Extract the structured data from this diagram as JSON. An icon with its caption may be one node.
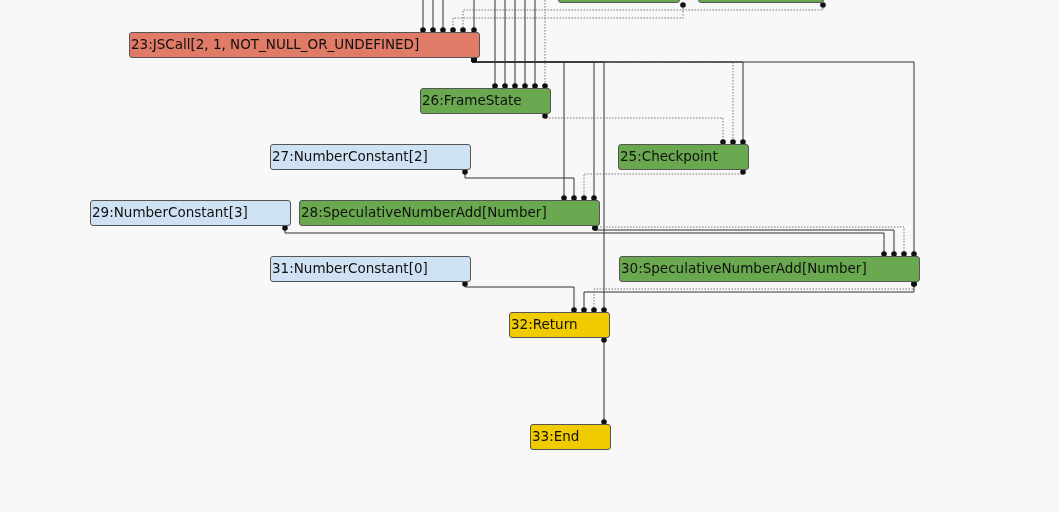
{
  "diagram": {
    "nodes": [
      {
        "text": [],
        "shape": "box"
      },
      {
        "text": [],
        "shape": "box"
      },
      {
        "text": [
          "23:JSCall[2, 1, NOT_NULL_OR_UNDEFINED]"
        ]
      },
      {
        "text": [
          "26:FrameState"
        ]
      },
      {
        "text": [
          "27:NumberConstant[2]"
        ]
      },
      {
        "text": [
          "25:Checkpoint"
        ]
      },
      {
        "text": [
          "29:NumberConstant[3]"
        ]
      },
      {
        "text": [
          "28:SpeculativeNumberAdd[Number]"
        ]
      },
      {
        "text": [
          "31:NumberConstant[0]"
        ]
      },
      {
        "text": [
          "30:SpeculativeNumberAdd[Number]"
        ]
      },
      {
        "text": [
          "32:Return"
        ]
      },
      {
        "text": [
          "33:End"
        ]
      }
    ],
    "edges": [
      {
        "from": null,
        "to": 2,
        "arrow": "other"
      },
      {
        "from": null,
        "to": 2,
        "arrow": "other"
      },
      {
        "from": null,
        "to": 2,
        "arrow": "other"
      },
      {
        "from": 0,
        "to": 2,
        "arrow": "other",
        "style": "dashed"
      },
      {
        "from": 1,
        "to": 2,
        "arrow": "other",
        "style": "dashed"
      },
      {
        "from": null,
        "to": 2,
        "arrow": "other"
      },
      {
        "from": null,
        "to": 3,
        "arrow": "other"
      },
      {
        "from": null,
        "to": 3,
        "arrow": "other"
      },
      {
        "from": null,
        "to": 3,
        "arrow": "other"
      },
      {
        "from": null,
        "to": 3,
        "arrow": "other"
      },
      {
        "from": null,
        "to": 3,
        "arrow": "other"
      },
      {
        "from": null,
        "to": 3,
        "arrow": "other",
        "style": "dashed"
      },
      {
        "from": 2,
        "to": 7,
        "arrow": "other"
      },
      {
        "from": 2,
        "to": 7,
        "arrow": "other"
      },
      {
        "from": 2,
        "to": 10,
        "arrow": "other"
      },
      {
        "from": 3,
        "to": 5,
        "arrow": "other",
        "style": "dashed"
      },
      {
        "from": 2,
        "to": 5,
        "arrow": "other",
        "style": "dashed"
      },
      {
        "from": 2,
        "to": 5,
        "arrow": "other"
      },
      {
        "from": 2,
        "to": 9,
        "arrow": "other"
      },
      {
        "from": 4,
        "to": 7,
        "arrow": "other"
      },
      {
        "from": 5,
        "to": 7,
        "arrow": "other",
        "style": "dashed"
      },
      {
        "from": 6,
        "to": 9,
        "arrow": "other"
      },
      {
        "from": 7,
        "to": 9,
        "arrow": "other"
      },
      {
        "from": 7,
        "to": 9,
        "arrow": "other",
        "style": "dashed"
      },
      {
        "from": 8,
        "to": 10,
        "arrow": "other"
      },
      {
        "from": 9,
        "to": 10,
        "arrow": "other"
      },
      {
        "from": 9,
        "to": 10,
        "arrow": "other",
        "style": "dashed"
      },
      {
        "from": 10,
        "to": 11,
        "arrow": "other"
      }
    ]
  }
}
